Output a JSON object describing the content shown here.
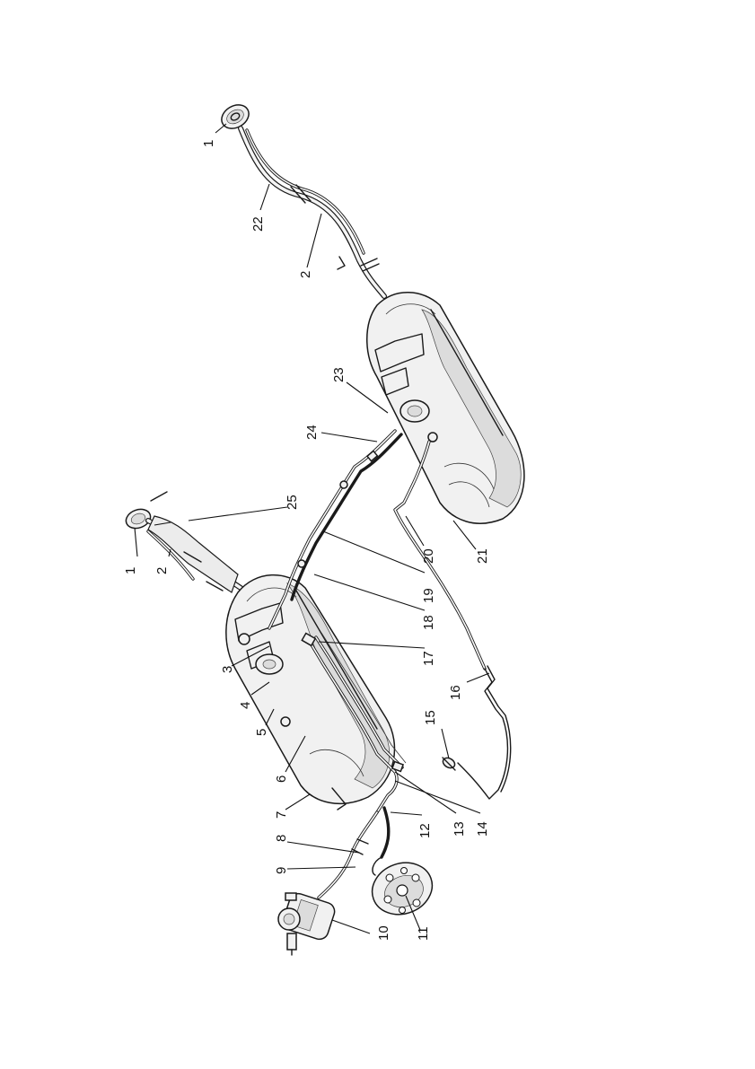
{
  "callouts": [
    {
      "id": "c1a",
      "text": "1"
    },
    {
      "id": "c22",
      "text": "22"
    },
    {
      "id": "c2a",
      "text": "2"
    },
    {
      "id": "c23",
      "text": "23"
    },
    {
      "id": "c24",
      "text": "24"
    },
    {
      "id": "c25",
      "text": "25"
    },
    {
      "id": "c1b",
      "text": "1"
    },
    {
      "id": "c2b",
      "text": "2"
    },
    {
      "id": "c20",
      "text": "20"
    },
    {
      "id": "c21",
      "text": "21"
    },
    {
      "id": "c19",
      "text": "19"
    },
    {
      "id": "c18",
      "text": "18"
    },
    {
      "id": "c3",
      "text": "3"
    },
    {
      "id": "c17",
      "text": "17"
    },
    {
      "id": "c4",
      "text": "4"
    },
    {
      "id": "c16",
      "text": "16"
    },
    {
      "id": "c5",
      "text": "5"
    },
    {
      "id": "c15",
      "text": "15"
    },
    {
      "id": "c6",
      "text": "6"
    },
    {
      "id": "c7",
      "text": "7"
    },
    {
      "id": "c8",
      "text": "8"
    },
    {
      "id": "c12",
      "text": "12"
    },
    {
      "id": "c13",
      "text": "13"
    },
    {
      "id": "c14",
      "text": "14"
    },
    {
      "id": "c9",
      "text": "9"
    },
    {
      "id": "c10",
      "text": "10"
    },
    {
      "id": "c11",
      "text": "11"
    }
  ]
}
